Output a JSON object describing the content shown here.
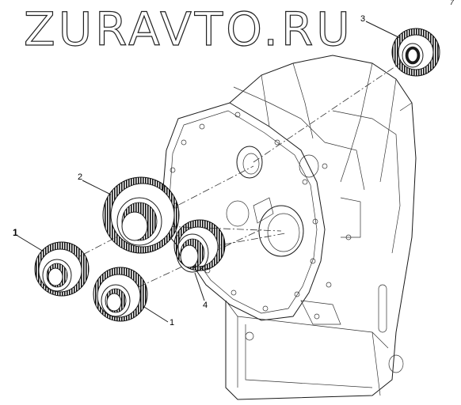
{
  "watermark": "ZURAVTO.RU",
  "callouts": {
    "c1_top": "1",
    "c1_bottom": "1",
    "c2": "2",
    "c3": "3",
    "c4": "4"
  },
  "corner_mark": "7"
}
